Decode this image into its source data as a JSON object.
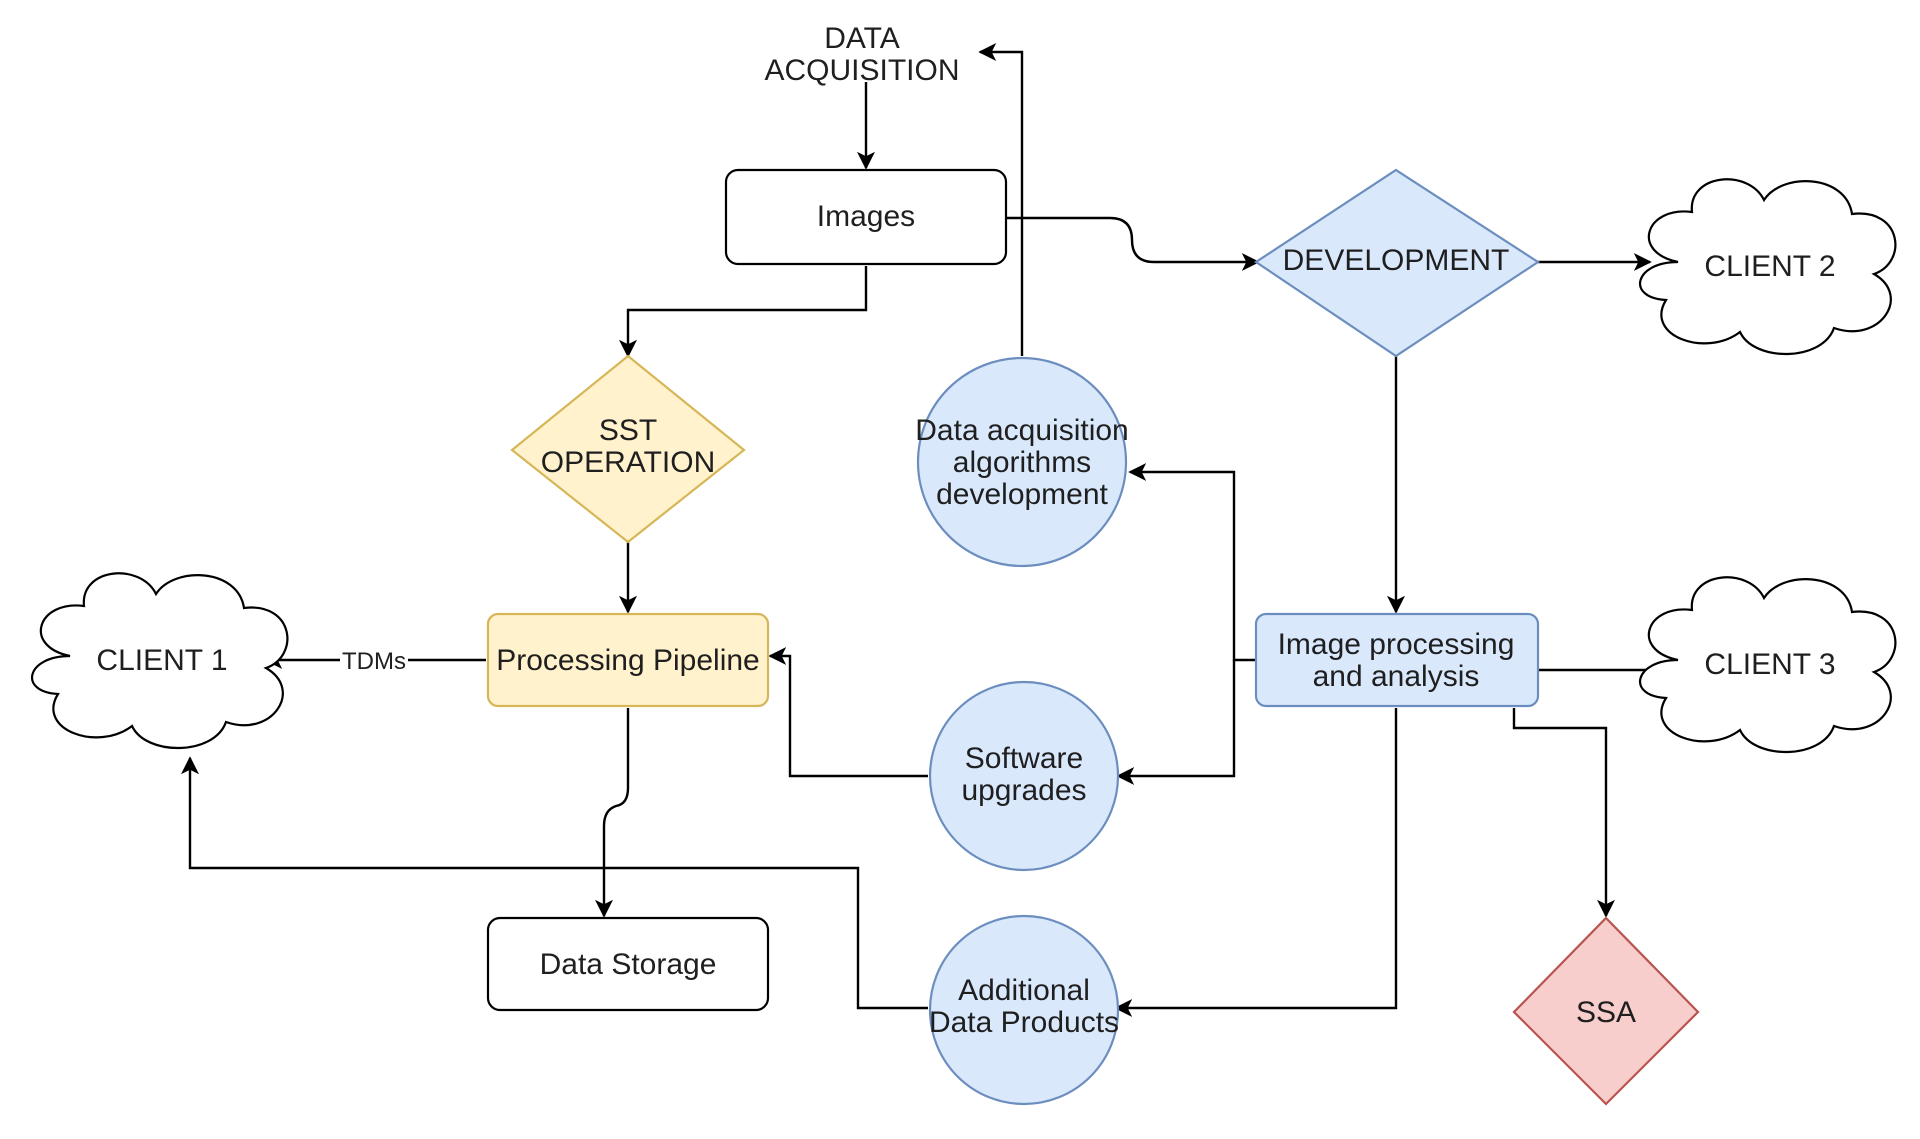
{
  "diagram": {
    "title_lines": [
      "DATA",
      "ACQUISITION"
    ],
    "colors": {
      "line": "#000000",
      "node_border": "#000000",
      "yellow_fill": "#fff2cc",
      "yellow_border": "#d6b656",
      "blue_fill": "#dae8fc",
      "blue_border": "#6c8ebf",
      "red_fill": "#f8cecc",
      "red_border": "#b85450"
    },
    "nodes": {
      "images": {
        "label": [
          "Images"
        ],
        "shape": "rounded-rectangle"
      },
      "sst_operation": {
        "label": [
          "SST",
          "OPERATION"
        ],
        "shape": "diamond"
      },
      "processing_pipeline": {
        "label": [
          "Processing Pipeline"
        ],
        "shape": "rounded-rectangle"
      },
      "data_storage": {
        "label": [
          "Data Storage"
        ],
        "shape": "rounded-rectangle"
      },
      "client1": {
        "label": [
          "CLIENT 1"
        ],
        "shape": "cloud"
      },
      "development": {
        "label": [
          "DEVELOPMENT"
        ],
        "shape": "diamond"
      },
      "client2": {
        "label": [
          "CLIENT 2"
        ],
        "shape": "cloud"
      },
      "data_acq_algorithms": {
        "label": [
          "Data acquisition",
          "algorithms",
          "development"
        ],
        "shape": "circle"
      },
      "image_processing": {
        "label": [
          "Image processing",
          "and analysis"
        ],
        "shape": "rounded-rectangle"
      },
      "client3": {
        "label": [
          "CLIENT 3"
        ],
        "shape": "cloud"
      },
      "software_upgrades": {
        "label": [
          "Software",
          "upgrades"
        ],
        "shape": "circle"
      },
      "additional_data_products": {
        "label": [
          "Additional",
          "Data Products"
        ],
        "shape": "circle"
      },
      "ssa": {
        "label": [
          "SSA"
        ],
        "shape": "diamond"
      }
    },
    "edges": [
      {
        "from": "data_acquisition",
        "to": "images"
      },
      {
        "from": "images",
        "to": "development"
      },
      {
        "from": "images",
        "to": "sst_operation"
      },
      {
        "from": "sst_operation",
        "to": "processing_pipeline"
      },
      {
        "from": "processing_pipeline",
        "to": "client1",
        "label": "TDMs"
      },
      {
        "from": "processing_pipeline",
        "to": "data_storage"
      },
      {
        "from": "development",
        "to": "client2"
      },
      {
        "from": "development",
        "to": "image_processing"
      },
      {
        "from": "data_acq_algorithms",
        "to": "data_acquisition"
      },
      {
        "from": "image_processing",
        "to": "data_acq_algorithms"
      },
      {
        "from": "image_processing",
        "to": "software_upgrades"
      },
      {
        "from": "image_processing",
        "to": "client3"
      },
      {
        "from": "image_processing",
        "to": "additional_data_products"
      },
      {
        "from": "image_processing",
        "to": "ssa"
      },
      {
        "from": "software_upgrades",
        "to": "processing_pipeline"
      },
      {
        "from": "additional_data_products",
        "to": "client1"
      }
    ]
  }
}
